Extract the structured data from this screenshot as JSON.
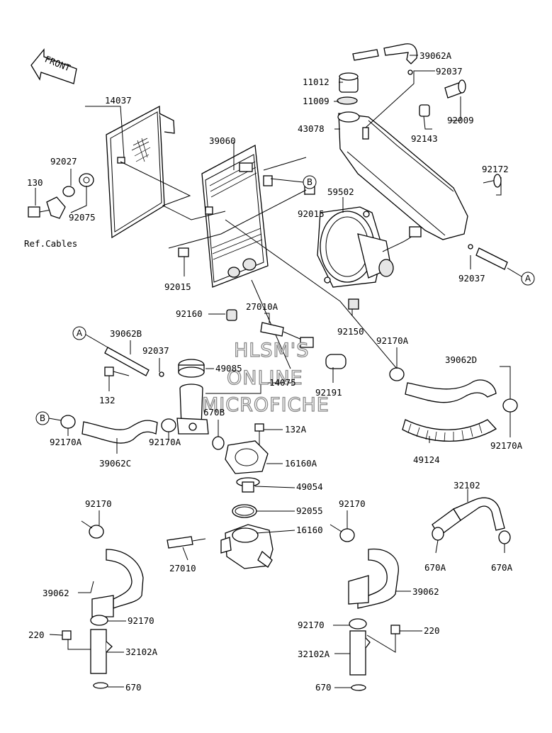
{
  "front_label": "FRONT",
  "ref_cables": "Ref.Cables",
  "callouts": {
    "a": "A",
    "b": "B"
  },
  "watermark": [
    "HLSM'S",
    "ONLINE",
    "MICROFICHE"
  ],
  "parts": {
    "p39062A": "39062A",
    "p92037_top": "92037",
    "p11012": "11012",
    "p11009": "11009",
    "p92009": "92009",
    "p43078": "43078",
    "p92143": "92143",
    "p14037": "14037",
    "p39060": "39060",
    "p92172": "92172",
    "p92027": "92027",
    "p130": "130",
    "p92075": "92075",
    "p92015_r": "92015",
    "p59502": "59502",
    "p92037_r": "92037",
    "p92015_l": "92015",
    "p92160": "92160",
    "p27010A": "27010A",
    "p92150": "92150",
    "p92170A_mr": "92170A",
    "p39062D": "39062D",
    "p39062B": "39062B",
    "p92037_m": "92037",
    "p49085": "49085",
    "p14075": "14075",
    "p92191": "92191",
    "p132": "132",
    "p670B": "670B",
    "p132A": "132A",
    "p92170A_l": "92170A",
    "p39062C": "39062C",
    "p92170A_m": "92170A",
    "p16160A": "16160A",
    "p49124": "49124",
    "p92170A_r": "92170A",
    "p49054": "49054",
    "p32102": "32102",
    "p92170_l": "92170",
    "p92055": "92055",
    "p92170_r": "92170",
    "p16160": "16160",
    "p670A_l": "670A",
    "p670A_r": "670A",
    "p27010": "27010",
    "p39062_l": "39062",
    "p39062_r": "39062",
    "p92170_bl": "92170",
    "p92170_br": "92170",
    "p220_l": "220",
    "p220_r": "220",
    "p32102A_l": "32102A",
    "p32102A_r": "32102A",
    "p670_l": "670",
    "p670_r": "670"
  }
}
